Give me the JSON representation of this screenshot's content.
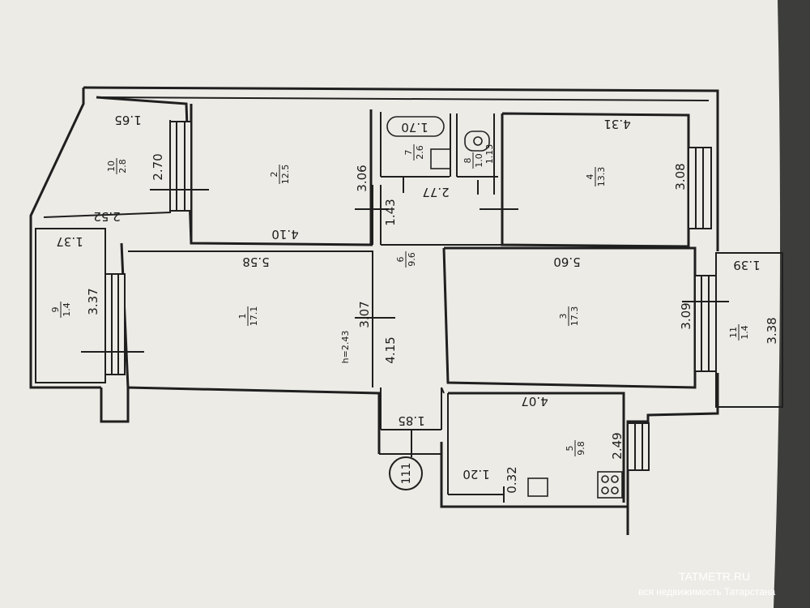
{
  "plan": {
    "dimensions": [
      {
        "text": "1.65"
      },
      {
        "text": "2.70"
      },
      {
        "text": "2.52"
      },
      {
        "text": "3.06"
      },
      {
        "text": "4.10"
      },
      {
        "text": "1.70"
      },
      {
        "text": "1.13"
      },
      {
        "text": "2.77"
      },
      {
        "text": "1.43"
      },
      {
        "text": "4.31"
      },
      {
        "text": "3.08"
      },
      {
        "text": "1.37"
      },
      {
        "text": "3.37"
      },
      {
        "text": "5.58"
      },
      {
        "text": "3.07"
      },
      {
        "text": "h=2.43"
      },
      {
        "text": "4.15"
      },
      {
        "text": "5.60"
      },
      {
        "text": "3.09"
      },
      {
        "text": "1.39"
      },
      {
        "text": "3.38"
      },
      {
        "text": "1.85"
      },
      {
        "text": "4.07"
      },
      {
        "text": "2.49"
      },
      {
        "text": "1.20"
      },
      {
        "text": "0.32"
      }
    ],
    "rooms": [
      {
        "number": "10",
        "area": "2.8"
      },
      {
        "number": "2",
        "area": "12.5"
      },
      {
        "number": "7",
        "area": "2.6"
      },
      {
        "number": "8",
        "area": "1.0"
      },
      {
        "number": "4",
        "area": "13.3"
      },
      {
        "number": "6",
        "area": "9.6"
      },
      {
        "number": "9",
        "area": "1.4"
      },
      {
        "number": "1",
        "area": "17.1"
      },
      {
        "number": "3",
        "area": "17.3"
      },
      {
        "number": "11",
        "area": "1.4"
      },
      {
        "number": "5",
        "area": "9.8"
      }
    ],
    "stamp": "111"
  },
  "watermark": {
    "site": "TATMETR.RU",
    "tagline": "вся недвижимость Татарстана"
  }
}
